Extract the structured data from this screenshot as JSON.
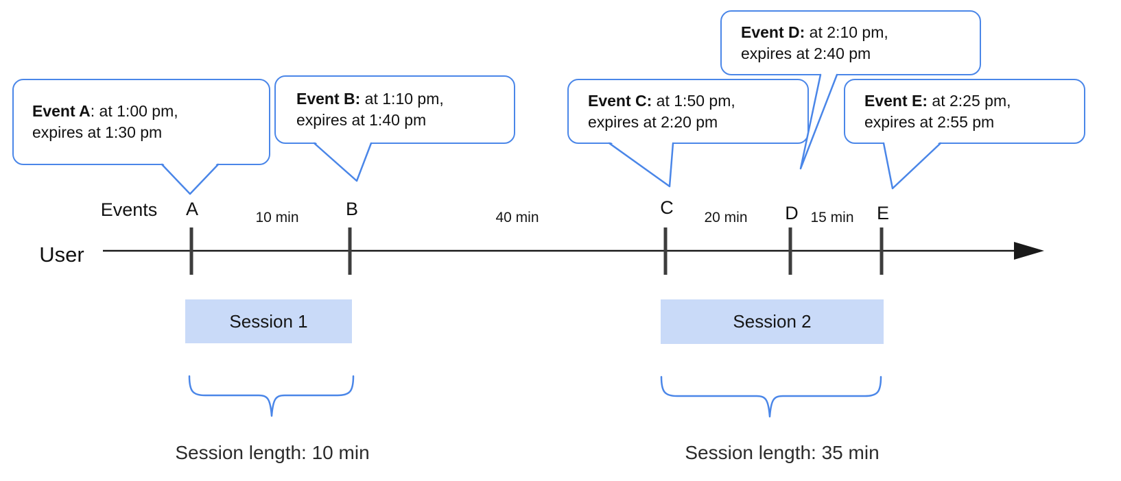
{
  "colors": {
    "accent_blue": "#4a86e8",
    "session_fill": "#c9daf8",
    "line_black": "#1a1a1a",
    "tick_gray": "#3d3d3d",
    "text_dark": "#111111",
    "text_muted": "#2b2b2b"
  },
  "callouts": [
    {
      "id": "A",
      "bold": "Event A",
      "rest_line1": ": at 1:00 pm,",
      "line2": "expires at 1:30 pm"
    },
    {
      "id": "B",
      "bold": "Event B:",
      "rest_line1": " at 1:10 pm,",
      "line2": "expires at 1:40 pm"
    },
    {
      "id": "C",
      "bold": "Event C:",
      "rest_line1": " at 1:50 pm,",
      "line2": "expires at 2:20 pm"
    },
    {
      "id": "D",
      "bold": "Event D:",
      "rest_line1": " at 2:10 pm,",
      "line2": "expires at 2:40 pm"
    },
    {
      "id": "E",
      "bold": "Event E:",
      "rest_line1": " at 2:25 pm,",
      "line2": "expires at 2:55 pm"
    }
  ],
  "timeline": {
    "events_label": "Events",
    "user_label": "User",
    "ticks": [
      "A",
      "B",
      "C",
      "D",
      "E"
    ],
    "intervals": [
      "10 min",
      "40 min",
      "20 min",
      "15 min"
    ]
  },
  "sessions": [
    {
      "label": "Session 1",
      "length_label": "Session length: 10 min"
    },
    {
      "label": "Session 2",
      "length_label": "Session length: 35 min"
    }
  ]
}
